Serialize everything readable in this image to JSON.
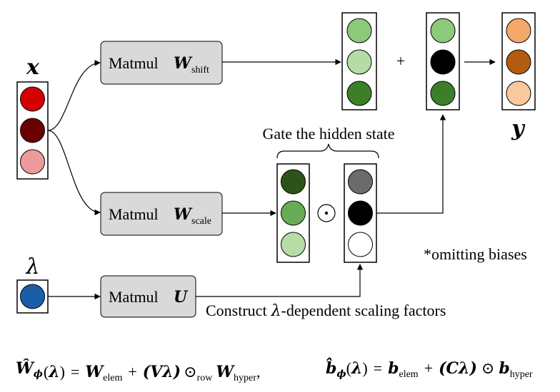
{
  "inputs": {
    "x_label": "x",
    "lambda_label": "λ",
    "output_label": "y"
  },
  "matmul_boxes": {
    "shift": {
      "prefix": "Matmul",
      "symbol": "W",
      "subscript": "shift"
    },
    "scale": {
      "prefix": "Matmul",
      "symbol": "W",
      "subscript": "scale"
    },
    "u": {
      "prefix": "Matmul",
      "symbol": "U",
      "subscript": ""
    }
  },
  "operators": {
    "plus": "+",
    "odot": "⊙"
  },
  "annotations": {
    "gate": "Gate the hidden state",
    "omitting": "*omitting biases",
    "construct_prefix": "Construct",
    "construct_lambda": "λ",
    "construct_suffix": "-dependent scaling factors"
  },
  "circle_colors": {
    "x": [
      "#d40000",
      "#6b0000",
      "#ee9a9a"
    ],
    "lambda": [
      "#1b5ea8"
    ],
    "shift_out": [
      "#8cc97a",
      "#b5dca6",
      "#3c7f28"
    ],
    "scale_out": [
      "#2c5418",
      "#6aab55",
      "#b8dca8"
    ],
    "scaling": [
      "#6b6b6b",
      "#000000",
      "#ffffff"
    ],
    "gated": [
      "#8cc97a",
      "#000000",
      "#3c7f28"
    ],
    "y": [
      "#f4a86a",
      "#b35c10",
      "#f9c99c"
    ]
  },
  "formula": {
    "w_hat": "Ŵ",
    "phi": "ϕ",
    "lambda": "λ",
    "eq": "=",
    "w_elem": "W",
    "elem_sub": "elem",
    "plus": "+",
    "v_lambda": "(Vλ)",
    "odot_row": "⊙",
    "row_sub": "row",
    "w_hyper": "W",
    "hyper_sub": "hyper",
    "comma": ",",
    "b_hat": "b̂",
    "b_elem": "b",
    "c_lambda": "(Cλ)",
    "odot": "⊙",
    "b_hyper": "b"
  }
}
